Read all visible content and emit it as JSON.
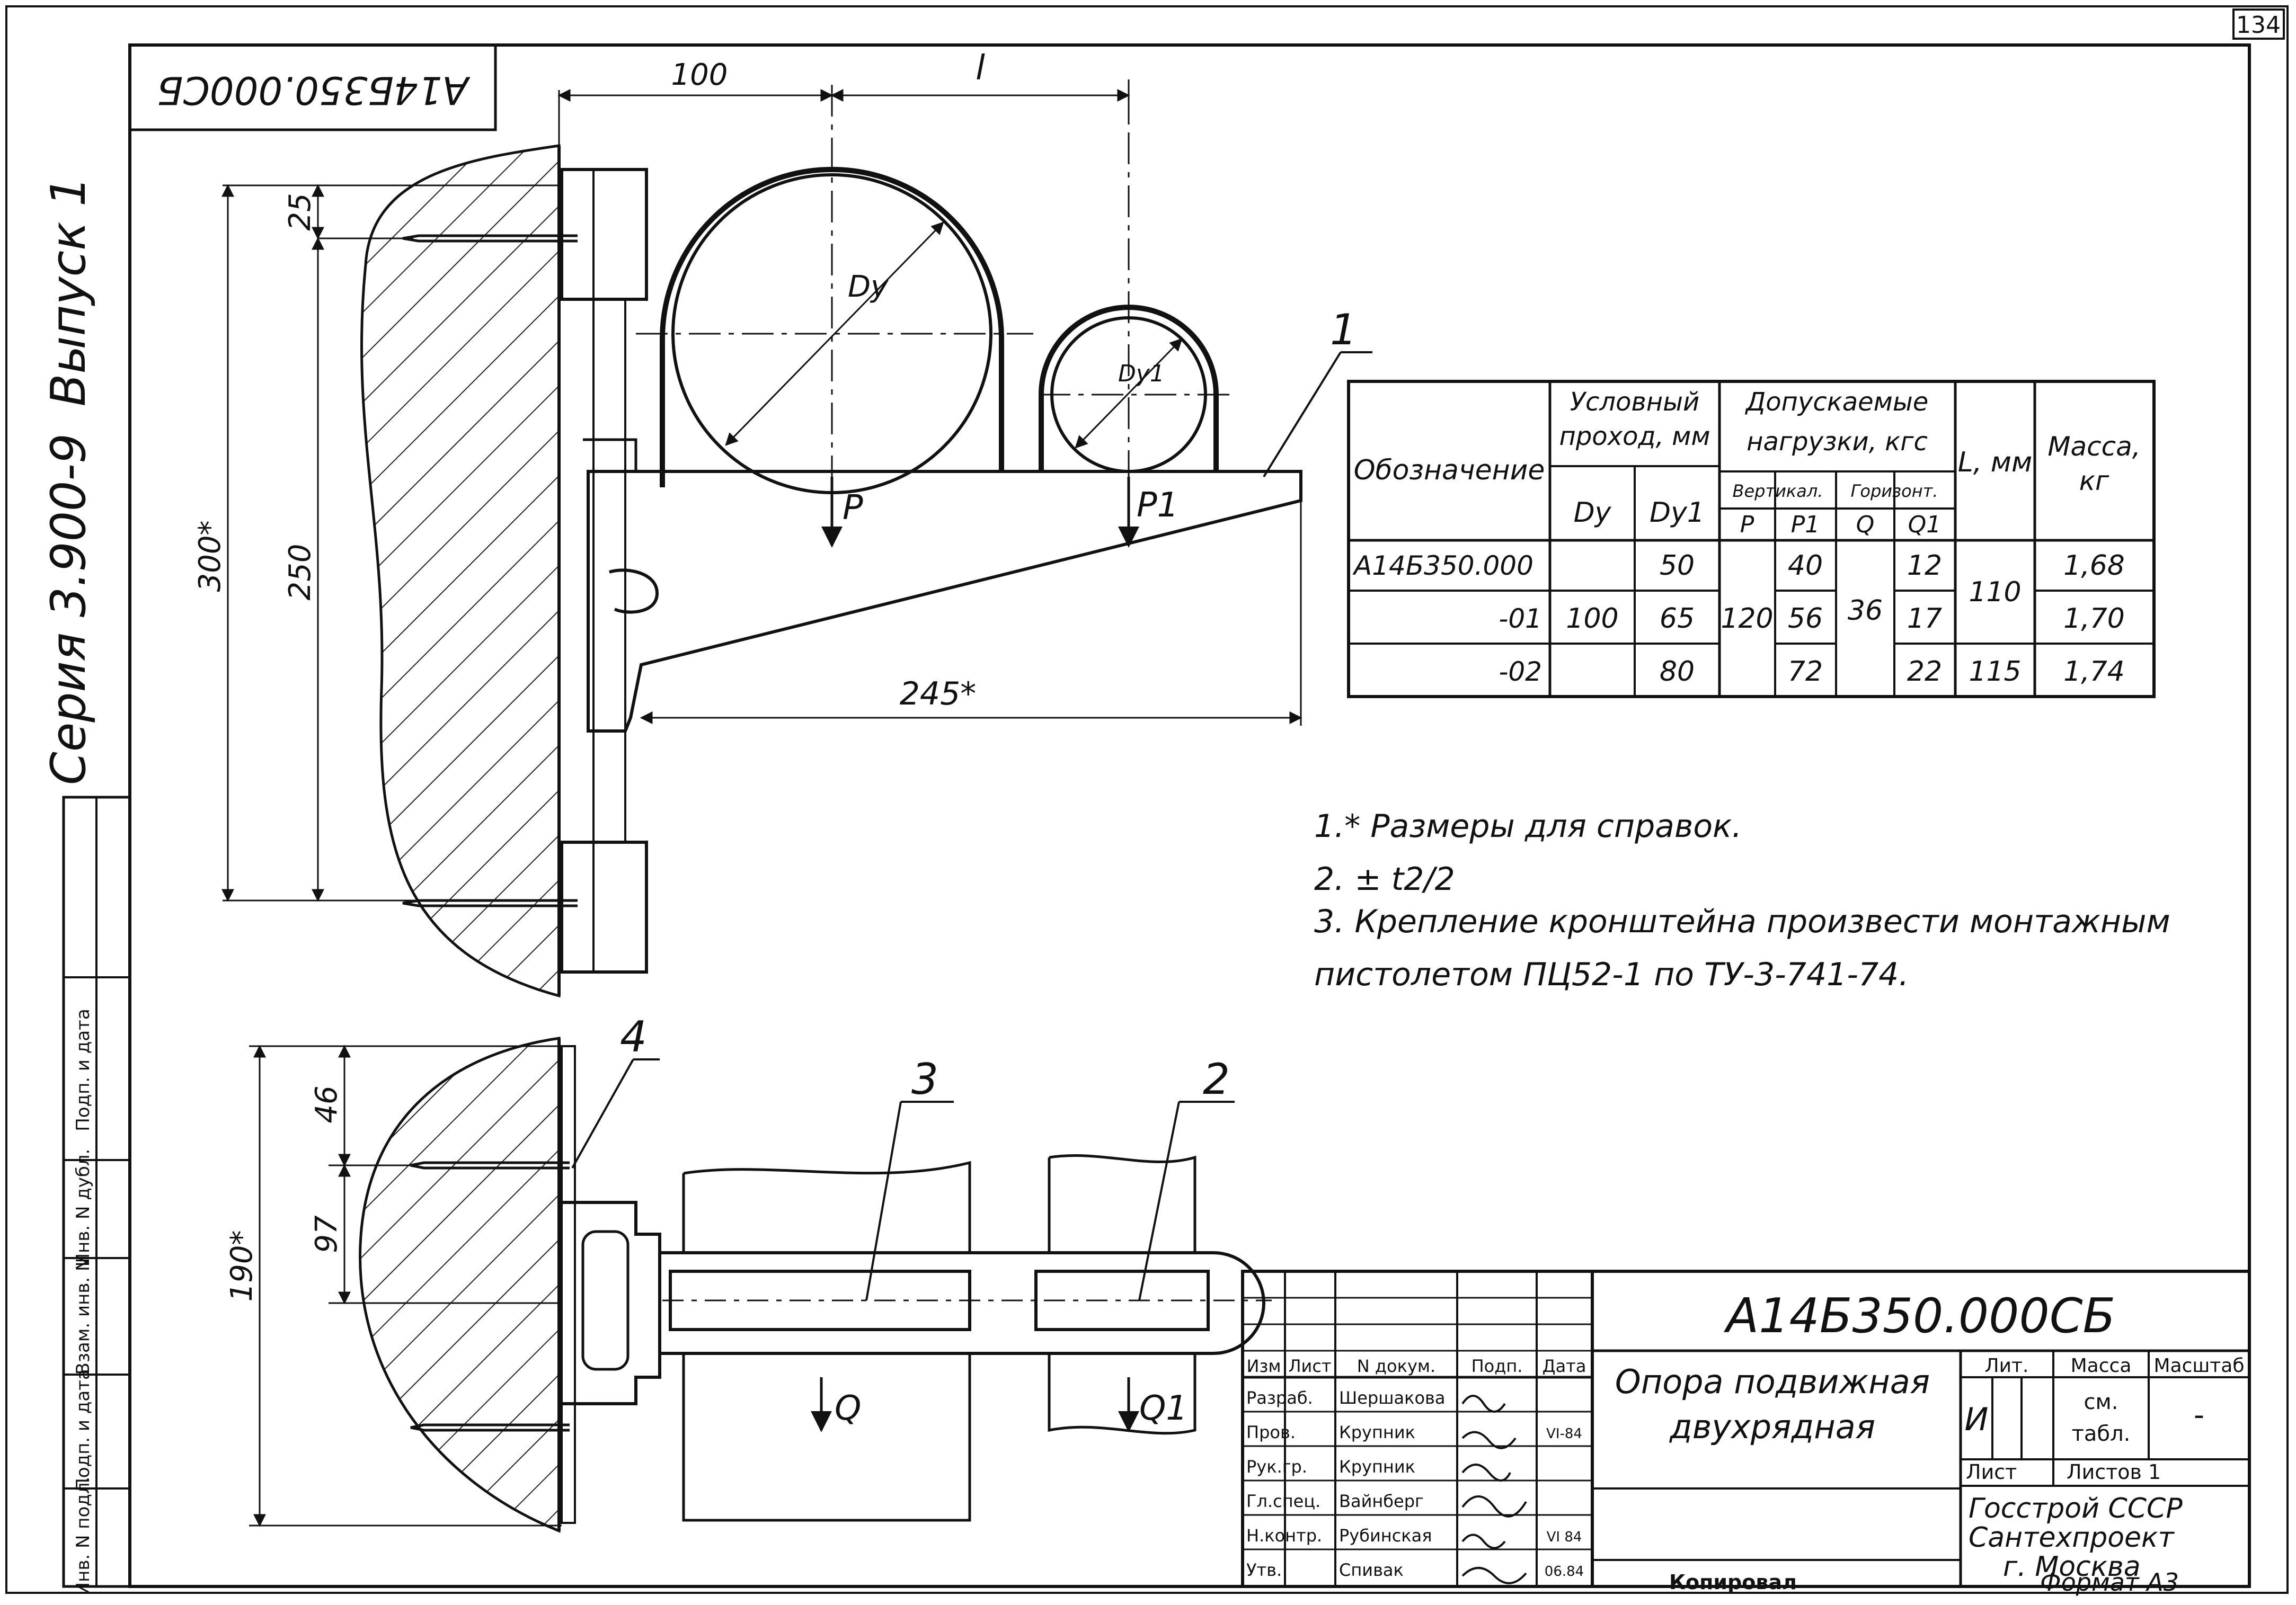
{
  "sheet": {
    "page_number": "134",
    "designation_stamp": "А14Б350.000СБ",
    "series": "Серия 3.900-9",
    "issue": "Выпуск 1",
    "copied": "Копировал",
    "format": "Формат А3"
  },
  "side_strip": [
    "Инв. N подл.",
    "Подп. и дата",
    "Взам. инв. N",
    "Инв. N дубл.",
    "Подп. и дата"
  ],
  "dimensions": {
    "d100": "100",
    "dl": "l",
    "d25": "25",
    "d250": "250",
    "d300": "300*",
    "d245": "245*",
    "d46": "46",
    "d97": "97",
    "d190": "190*"
  },
  "labels": {
    "dy": "Dy",
    "dy1": "Dy1",
    "P": "P",
    "P1": "P1",
    "Q": "Q",
    "Q1": "Q1"
  },
  "callouts": {
    "c1": "1",
    "c2": "2",
    "c3": "3",
    "c4": "4"
  },
  "table": {
    "h_designation": "Обозначение",
    "h_nominal_1": "Условный",
    "h_nominal_2": "проход, мм",
    "h_loads_1": "Допускаемые",
    "h_loads_2": "нагрузки, кгс",
    "h_vert": "Вертикал.",
    "h_horiz": "Горизонт.",
    "h_L": "L, мм",
    "h_mass_1": "Масса,",
    "h_mass_2": "кг",
    "h_dy": "Dy",
    "h_dy1": "Dy1",
    "h_P": "P",
    "h_P1": "P1",
    "h_Q": "Q",
    "h_Q1": "Q1",
    "rows": [
      {
        "designation": "А14Б350.000",
        "dy1": "50",
        "p1": "40",
        "q1": "12",
        "mass": "1,68"
      },
      {
        "designation": "-01",
        "dy1": "65",
        "p1": "56",
        "q1": "17",
        "mass": "1,70"
      },
      {
        "designation": "-02",
        "dy1": "80",
        "p1": "72",
        "q1": "22",
        "mass": "1,74"
      }
    ],
    "merged": {
      "dy": "100",
      "p": "120",
      "q": "36",
      "l_110": "110",
      "l_115": "115"
    }
  },
  "notes": [
    "1.* Размеры для справок.",
    "2. ± t2/2",
    "3. Крепление кронштейна произвести монтажным",
    "пистолетом ПЦ52-1 по ТУ-3-741-74."
  ],
  "title_block": {
    "doc_number": "А14Б350.000СБ",
    "name_line1": "Опора подвижная",
    "name_line2": "двухрядная",
    "col_headers": [
      "Изм",
      "Лист",
      "N докум.",
      "Подп.",
      "Дата"
    ],
    "roles": [
      "Разраб.",
      "Пров.",
      "Рук.гр.",
      "Гл.спец.",
      "Н.контр.",
      "Утв."
    ],
    "names": [
      "Шершакова",
      "Крупник",
      "Крупник",
      "Вайнберг",
      "Рубинская",
      "Спивак"
    ],
    "dates": [
      "",
      "VI-84",
      "",
      "",
      "VI 84",
      "06.84"
    ],
    "lit_label": "Лит.",
    "lit_value": "И",
    "mass_label": "Масса",
    "mass_value_1": "см.",
    "mass_value_2": "табл.",
    "scale_label": "Масштаб",
    "scale_value": "-",
    "sheet_label": "Лист",
    "sheets_label": "Листов 1",
    "org_line1": "Госстрой СССР",
    "org_line2": "Сантехпроект",
    "org_line3": "г. Москва"
  }
}
